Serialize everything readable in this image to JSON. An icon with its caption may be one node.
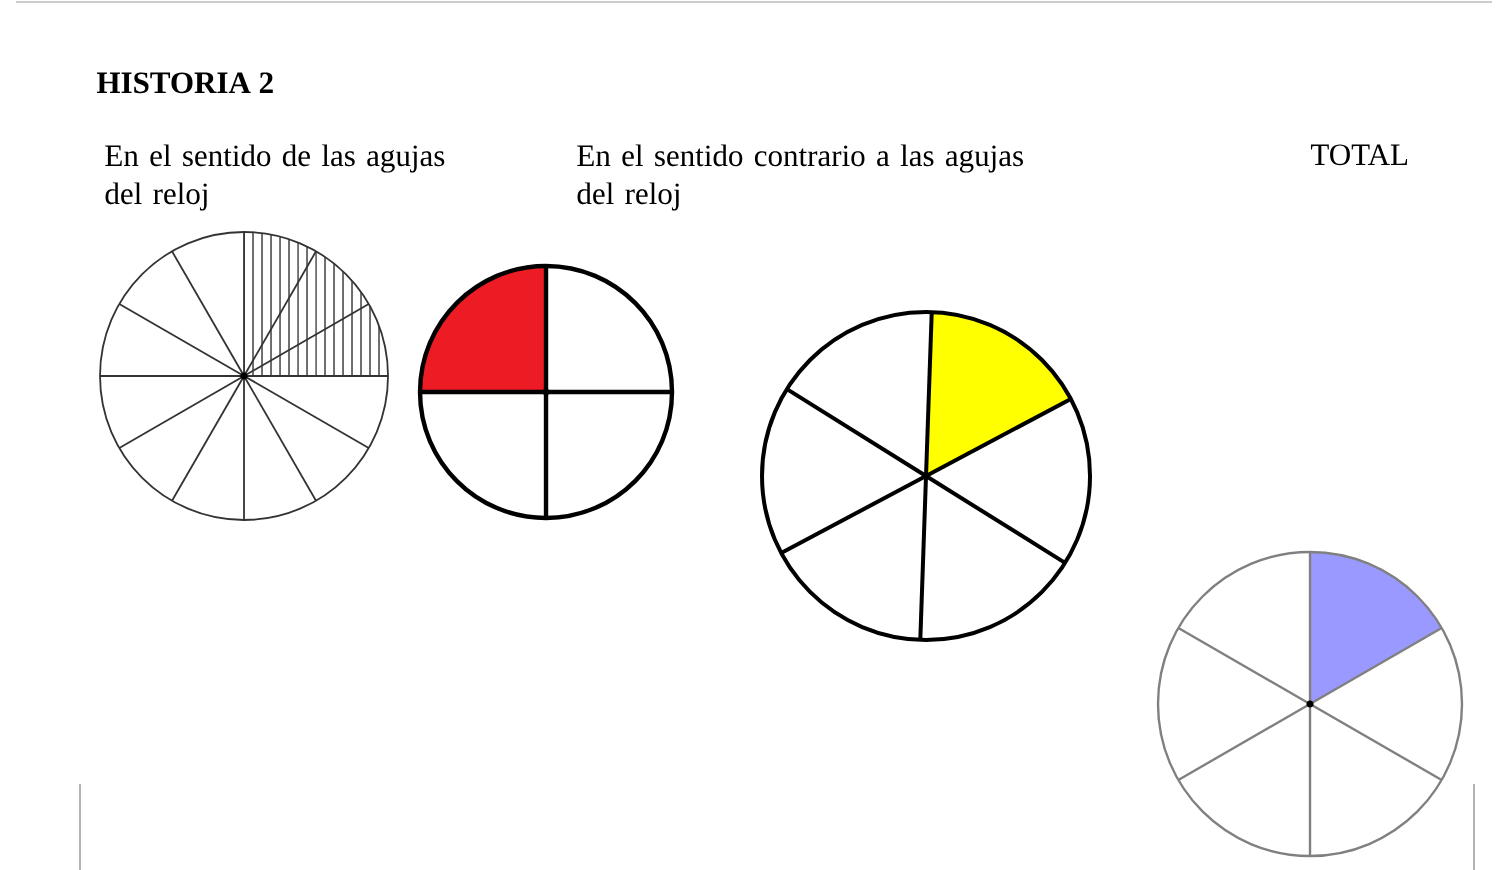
{
  "diagram": {
    "title": "HISTORIA 2",
    "labels": [
      "En el sentido de las agujas del reloj",
      "En el sentido contrario a las agujas del reloj",
      "TOTAL"
    ]
  }
}
